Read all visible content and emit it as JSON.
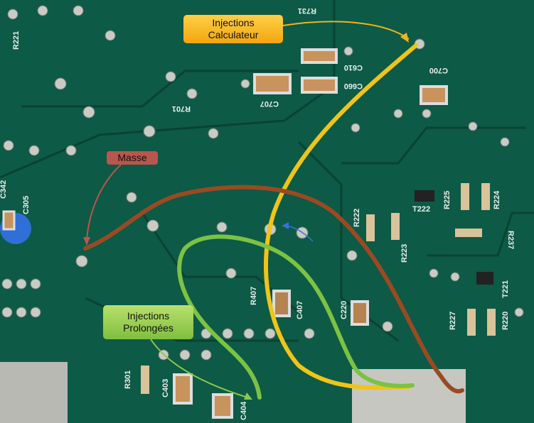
{
  "annotations": {
    "calculateur": {
      "line1": "Injections",
      "line2": "Calculateur",
      "color": "#f5b21a"
    },
    "masse": {
      "label": "Masse",
      "color": "#b9564e"
    },
    "prolongees": {
      "line1": "Injections",
      "line2": "Prolongées",
      "color": "#8cc84b"
    }
  },
  "silkscreen": [
    "R221",
    "C342",
    "C305",
    "R731",
    "C610",
    "C660",
    "C700",
    "C707",
    "R701",
    "R222",
    "R223",
    "R225",
    "R224",
    "T222",
    "R237",
    "R407",
    "C407",
    "C220",
    "R227",
    "R220",
    "T221",
    "R301",
    "C403",
    "C404"
  ],
  "wires": {
    "yellow": "#f0c419",
    "brown": "#9a4a22",
    "green": "#7cc243"
  }
}
